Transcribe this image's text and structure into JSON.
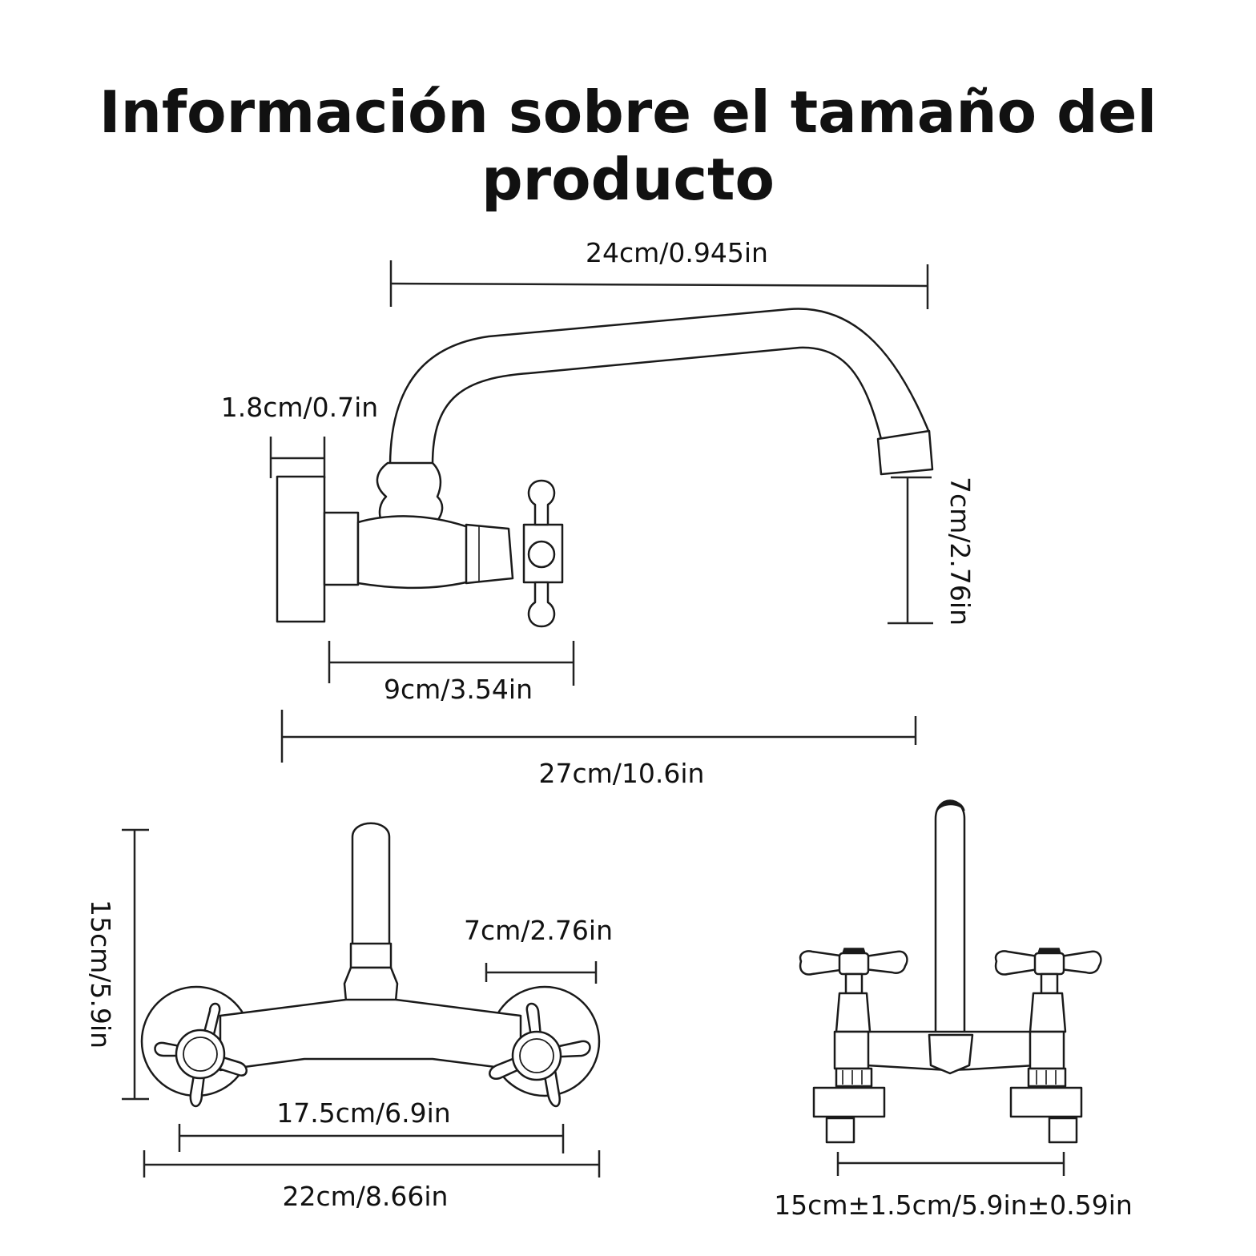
{
  "title": {
    "line1": "Información sobre el tamaño del",
    "line2": "producto"
  },
  "dimensions": {
    "spout_length": "24cm/0.945in",
    "wall_plate_thickness": "1.8cm/0.7in",
    "spout_outlet_height": "7cm/2.76in",
    "body_length": "9cm/3.54in",
    "total_depth": "27cm/10.6in",
    "front_height": "15cm/5.9in",
    "flange_diameter": "7cm/2.76in",
    "center_distance": "17.5cm/6.9in",
    "total_width": "22cm/8.66in",
    "back_center_distance": "15cm±1.5cm/5.9in±0.59in"
  },
  "colors": {
    "line": "#1a1a1a",
    "background": "#ffffff"
  }
}
